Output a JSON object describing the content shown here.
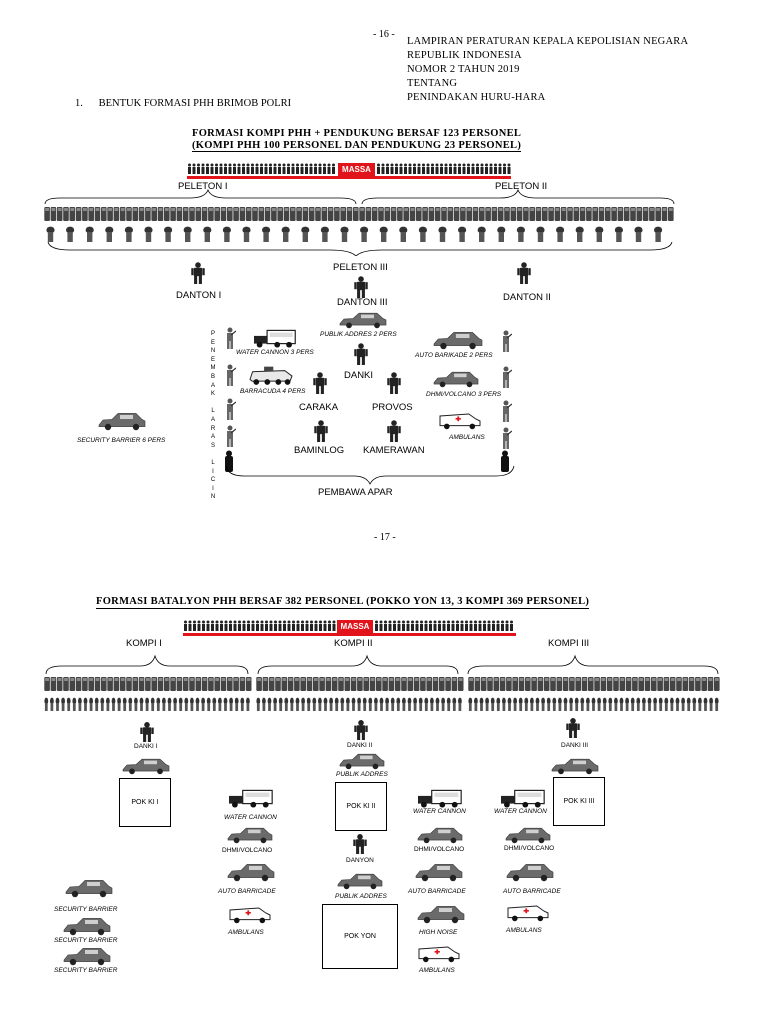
{
  "page1": {
    "page_number": "- 16 -",
    "header_lines": [
      "LAMPIRAN PERATURAN KEPALA KEPOLISIAN NEGARA",
      "REPUBLIK INDONESIA",
      "NOMOR 2 TAHUN  2019",
      "TENTANG",
      "PENINDAKAN HURU-HARA"
    ],
    "section": "1.      BENTUK FORMASI PHH BRIMOB POLRI",
    "title_line1": "FORMASI KOMPI PHH + PENDUKUNG BERSAF 123 PERSONEL",
    "title_line2": "(KOMPI PHH 100 PERSONEL DAN PENDUKUNG 23 PERSONEL)",
    "massa": "MASSA",
    "peleton_i": "PELETON I",
    "peleton_ii": "PELETON II",
    "peleton_iii": "PELETON III",
    "danton_i": "DANTON I",
    "danton_ii": "DANTON II",
    "danton_iii": "DANTON III",
    "publik_addres": "PUBLIK ADDRES 2 PERS",
    "water_cannon": "WATER CANNON 3 PERS",
    "barracuda": "BARRACUDA 4 PERS",
    "auto_barikade": "AUTO BARIKADE 2 PERS",
    "dhmi_volcano": "DHMI/VOLCANO 3 PERS",
    "ambulans": "AMBULANS",
    "security_barrier": "SECURITY BARRIER 6 PERS",
    "danki": "DANKI",
    "caraka": "CARAKA",
    "provos": "PROVOS",
    "baminlog": "BAMINLOG",
    "kamerawan": "KAMERAWAN",
    "pembawa_apar": "PEMBAWA APAR",
    "penembak_letters": [
      "P",
      "E",
      "N",
      "E",
      "M",
      "B",
      "A",
      "K",
      "",
      "L",
      "A",
      "R",
      "A",
      "S",
      "",
      "L",
      "I",
      "C",
      "I",
      "N"
    ]
  },
  "page2": {
    "page_number": "- 17 -",
    "title": "FORMASI BATALYON PHH BERSAF 382 PERSONEL (POKKO YON 13, 3 KOMPI 369 PERSONEL)",
    "massa": "MASSA",
    "kompi_i": "KOMPI I",
    "kompi_ii": "KOMPI II",
    "kompi_iii": "KOMPI III",
    "danki_i": "DANKI I",
    "danki_ii": "DANKI II",
    "danki_iii": "DANKI III",
    "pok_ki_i": "POK KI I",
    "pok_ki_ii": "POK KI II",
    "pok_ki_iii": "POK KI III",
    "pok_yon": "POK YON",
    "publik_addres": "PUBLIK ADDRES",
    "water_cannon": "WATER CANNON",
    "dhmi_volcano": "DHMI/VOLCANO",
    "auto_barricade": "AUTO BARRICADE",
    "ambulans": "AMBULANS",
    "danyon": "DANYON",
    "high_noise": "HIGH NOISE",
    "security_barrier": "SECURITY BARRIER"
  },
  "colors": {
    "accent_red": "#e1141b",
    "figure": "#222222"
  }
}
